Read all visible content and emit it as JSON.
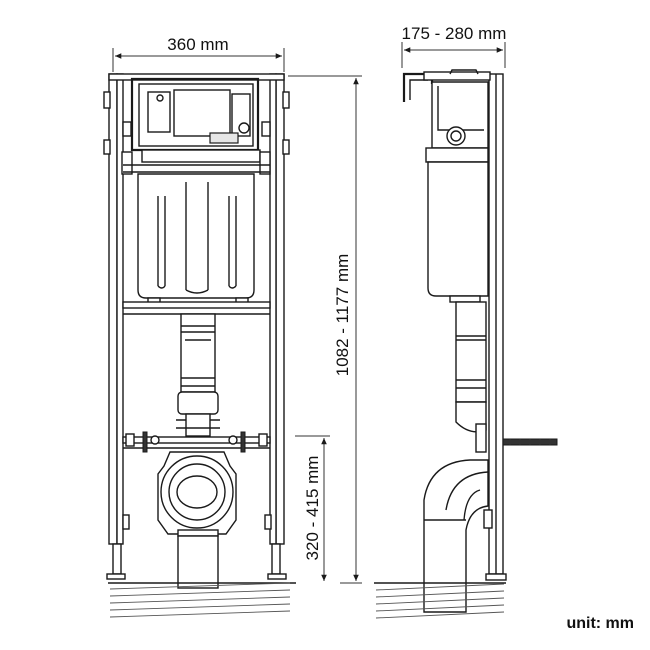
{
  "dimensions": {
    "frame_width": "360 mm",
    "depth_range": "175 - 280 mm",
    "height_range": "1082 - 1177 mm",
    "outlet_height_range": "320 - 415 mm"
  },
  "unit_note": "unit: mm"
}
